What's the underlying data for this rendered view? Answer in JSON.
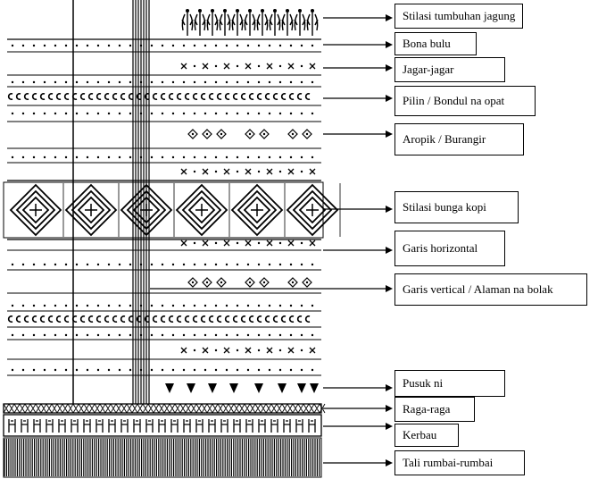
{
  "labels": [
    {
      "id": "jagung",
      "text": "Stilasi tumbuhan jagung"
    },
    {
      "id": "bona-bulu",
      "text": "Bona bulu"
    },
    {
      "id": "jagar",
      "text": "Jagar-jagar"
    },
    {
      "id": "pilin",
      "text": "Pilin / Bondul na opat"
    },
    {
      "id": "aropik",
      "text": "Aropik / Burangir"
    },
    {
      "id": "bunga-kopi",
      "text": "Stilasi bunga kopi"
    },
    {
      "id": "garis-horizontal",
      "text": "Garis horizontal"
    },
    {
      "id": "garis-vertical",
      "text": "Garis vertical / Alaman na bolak"
    },
    {
      "id": "pusuk-ni",
      "text": "Pusuk ni"
    },
    {
      "id": "raga-raga",
      "text": "Raga-raga"
    },
    {
      "id": "kerbau",
      "text": "Kerbau"
    },
    {
      "id": "tali-rumbai",
      "text": "Tali rumbai-rumbai"
    }
  ]
}
